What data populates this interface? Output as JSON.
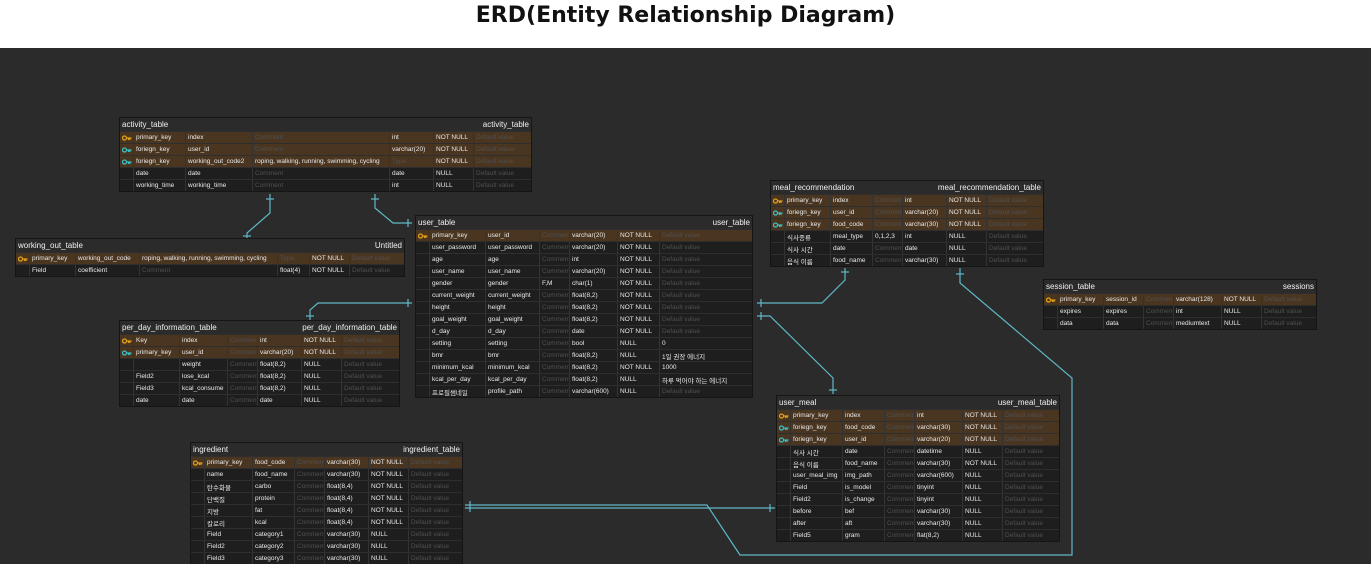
{
  "page_title": "ERD(Entity Relationship Diagram)",
  "placeholders": {
    "comment": "Comment",
    "type": "Type",
    "default": "Default value"
  },
  "tables": [
    {
      "id": "activity",
      "name": "activity_table",
      "alias": "activity_table",
      "rows": [
        {
          "icon": "pk",
          "key": "primary_key",
          "col": "index",
          "comment": "",
          "type": "int",
          "nullable": "NOT NULL",
          "default": ""
        },
        {
          "icon": "fk",
          "key": "foriegn_key",
          "col": "user_id",
          "comment": "",
          "type": "varchar(20)",
          "nullable": "NOT NULL",
          "default": ""
        },
        {
          "icon": "fk",
          "key": "foriegn_key",
          "col": "working_out_code2",
          "comment": "roping, walking, running, swimming, cycling",
          "type": "",
          "nullable": "NOT NULL",
          "default": ""
        },
        {
          "icon": "",
          "key": "date",
          "col": "date",
          "comment": "",
          "type": "date",
          "nullable": "NULL",
          "default": ""
        },
        {
          "icon": "",
          "key": "working_time",
          "col": "working_time",
          "comment": "",
          "type": "int",
          "nullable": "NULL",
          "default": ""
        }
      ]
    },
    {
      "id": "working_out",
      "name": "working_out_table",
      "alias": "Untitled",
      "rows": [
        {
          "icon": "pk",
          "key": "primary_key",
          "col": "working_out_code",
          "comment": "roping, walking, running, swimming, cycling",
          "type": "",
          "nullable": "NOT NULL",
          "default": ""
        },
        {
          "icon": "",
          "key": "Field",
          "col": "coefficient",
          "comment": "",
          "type": "float(4)",
          "nullable": "NOT NULL",
          "default": ""
        }
      ]
    },
    {
      "id": "per_day",
      "name": "per_day_information_table",
      "alias": "per_day_information_table",
      "rows": [
        {
          "icon": "pk",
          "key": "Key",
          "col": "index",
          "comment": "",
          "type": "int",
          "nullable": "NOT NULL",
          "default": ""
        },
        {
          "icon": "fk",
          "key": "primary_key",
          "col": "user_id",
          "comment": "",
          "type": "varchar(20)",
          "nullable": "NOT NULL",
          "default": ""
        },
        {
          "icon": "",
          "key": "",
          "col": "weight",
          "comment": "",
          "type": "float(8,2)",
          "nullable": "NULL",
          "default": ""
        },
        {
          "icon": "",
          "key": "Field2",
          "col": "lose_kcal",
          "comment": "",
          "type": "float(8,2)",
          "nullable": "NULL",
          "default": ""
        },
        {
          "icon": "",
          "key": "Field3",
          "col": "kcal_consume",
          "comment": "",
          "type": "float(8,2)",
          "nullable": "NULL",
          "default": ""
        },
        {
          "icon": "",
          "key": "date",
          "col": "date",
          "comment": "",
          "type": "date",
          "nullable": "NULL",
          "default": ""
        }
      ]
    },
    {
      "id": "user",
      "name": "user_table",
      "alias": "user_table",
      "rows": [
        {
          "icon": "pk",
          "key": "primary_key",
          "col": "user_id",
          "comment": "",
          "type": "varchar(20)",
          "nullable": "NOT NULL",
          "default": ""
        },
        {
          "icon": "",
          "key": "user_password",
          "col": "user_password",
          "comment": "",
          "type": "varchar(20)",
          "nullable": "NOT NULL",
          "default": ""
        },
        {
          "icon": "",
          "key": "age",
          "col": "age",
          "comment": "",
          "type": "int",
          "nullable": "NOT NULL",
          "default": ""
        },
        {
          "icon": "",
          "key": "user_name",
          "col": "user_name",
          "comment": "",
          "type": "varchar(20)",
          "nullable": "NOT NULL",
          "default": ""
        },
        {
          "icon": "",
          "key": "gender",
          "col": "gender",
          "comment": "F,M",
          "type": "char(1)",
          "nullable": "NOT NULL",
          "default": ""
        },
        {
          "icon": "",
          "key": "current_weight",
          "col": "current_weight",
          "comment": "",
          "type": "float(8,2)",
          "nullable": "NOT NULL",
          "default": ""
        },
        {
          "icon": "",
          "key": "height",
          "col": "height",
          "comment": "",
          "type": "float(8,2)",
          "nullable": "NOT NULL",
          "default": ""
        },
        {
          "icon": "",
          "key": "goal_weight",
          "col": "goal_weight",
          "comment": "",
          "type": "float(8,2)",
          "nullable": "NOT NULL",
          "default": ""
        },
        {
          "icon": "",
          "key": "d_day",
          "col": "d_day",
          "comment": "",
          "type": "date",
          "nullable": "NOT NULL",
          "default": ""
        },
        {
          "icon": "",
          "key": "setting",
          "col": "setting",
          "comment": "",
          "type": "bool",
          "nullable": "NULL",
          "default": "0"
        },
        {
          "icon": "",
          "key": "bmr",
          "col": "bmr",
          "comment": "",
          "type": "float(8,2)",
          "nullable": "NULL",
          "default": "1일 권장 에너지"
        },
        {
          "icon": "",
          "key": "minimum_kcal",
          "col": "minimum_kcal",
          "comment": "",
          "type": "float(8,2)",
          "nullable": "NOT NULL",
          "default": "1000"
        },
        {
          "icon": "",
          "key": "kcal_per_day",
          "col": "kcal_per_day",
          "comment": "",
          "type": "float(8,2)",
          "nullable": "NULL",
          "default": "하루 먹어야 하는 에너지"
        },
        {
          "icon": "",
          "key": "프로필썸네일",
          "col": "profile_path",
          "comment": "",
          "type": "varchar(600)",
          "nullable": "NULL",
          "default": ""
        }
      ]
    },
    {
      "id": "meal_rec",
      "name": "meal_recommendation",
      "alias": "meal_recommendation_table",
      "rows": [
        {
          "icon": "pk",
          "key": "primary_key",
          "col": "index",
          "comment": "",
          "type": "int",
          "nullable": "NOT NULL",
          "default": ""
        },
        {
          "icon": "fk",
          "key": "foriegn_key",
          "col": "user_id",
          "comment": "",
          "type": "varchar(20)",
          "nullable": "NOT NULL",
          "default": ""
        },
        {
          "icon": "fk",
          "key": "foriegn_key",
          "col": "food_code",
          "comment": "",
          "type": "varchar(30)",
          "nullable": "NOT NULL",
          "default": ""
        },
        {
          "icon": "",
          "key": "식사종류",
          "col": "meal_type",
          "comment": "0,1,2,3",
          "type": "int",
          "nullable": "NULL",
          "default": ""
        },
        {
          "icon": "",
          "key": "식사 시간",
          "col": "date",
          "comment": "",
          "type": "date",
          "nullable": "NULL",
          "default": ""
        },
        {
          "icon": "",
          "key": "음식 이름",
          "col": "food_name",
          "comment": "",
          "type": "varchar(30)",
          "nullable": "NULL",
          "default": ""
        }
      ]
    },
    {
      "id": "session",
      "name": "session_table",
      "alias": "sessions",
      "rows": [
        {
          "icon": "pk",
          "key": "primary_key",
          "col": "session_id",
          "comment": "",
          "type": "varchar(128)",
          "nullable": "NOT NULL",
          "default": ""
        },
        {
          "icon": "",
          "key": "expires",
          "col": "expires",
          "comment": "",
          "type": "int",
          "nullable": "NULL",
          "default": ""
        },
        {
          "icon": "",
          "key": "data",
          "col": "data",
          "comment": "",
          "type": "mediumtext",
          "nullable": "NULL",
          "default": ""
        }
      ]
    },
    {
      "id": "user_meal",
      "name": "user_meal",
      "alias": "user_meal_table",
      "rows": [
        {
          "icon": "pk",
          "key": "primary_key",
          "col": "index",
          "comment": "",
          "type": "int",
          "nullable": "NOT NULL",
          "default": ""
        },
        {
          "icon": "fk",
          "key": "foriegn_key",
          "col": "food_code",
          "comment": "",
          "type": "varchar(30)",
          "nullable": "NOT NULL",
          "default": ""
        },
        {
          "icon": "fk",
          "key": "foriegn_key",
          "col": "user_id",
          "comment": "",
          "type": "varchar(20)",
          "nullable": "NOT NULL",
          "default": ""
        },
        {
          "icon": "",
          "key": "식사 시간",
          "col": "date",
          "comment": "",
          "type": "datetime",
          "nullable": "NULL",
          "default": ""
        },
        {
          "icon": "",
          "key": "음식 이름",
          "col": "food_name",
          "comment": "",
          "type": "varchar(30)",
          "nullable": "NOT NULL",
          "default": ""
        },
        {
          "icon": "",
          "key": "user_meal_img",
          "col": "img_path",
          "comment": "",
          "type": "varchar(600)",
          "nullable": "NULL",
          "default": ""
        },
        {
          "icon": "",
          "key": "Field",
          "col": "is_model",
          "comment": "",
          "type": "tinyint",
          "nullable": "NULL",
          "default": ""
        },
        {
          "icon": "",
          "key": "Field2",
          "col": "is_change",
          "comment": "",
          "type": "tinyint",
          "nullable": "NULL",
          "default": ""
        },
        {
          "icon": "",
          "key": "before",
          "col": "bef",
          "comment": "",
          "type": "varchar(30)",
          "nullable": "NULL",
          "default": ""
        },
        {
          "icon": "",
          "key": "after",
          "col": "aft",
          "comment": "",
          "type": "varchar(30)",
          "nullable": "NULL",
          "default": ""
        },
        {
          "icon": "",
          "key": "Field5",
          "col": "gram",
          "comment": "",
          "type": "flat(8,2)",
          "nullable": "NULL",
          "default": ""
        }
      ]
    },
    {
      "id": "ingredient",
      "name": "ingredient",
      "alias": "ingredient_table",
      "rows": [
        {
          "icon": "pk",
          "key": "primary_key",
          "col": "food_code",
          "comment": "",
          "type": "varchar(30)",
          "nullable": "NOT NULL",
          "default": ""
        },
        {
          "icon": "",
          "key": "name",
          "col": "food_name",
          "comment": "",
          "type": "varchar(30)",
          "nullable": "NOT NULL",
          "default": ""
        },
        {
          "icon": "",
          "key": "탄수화물",
          "col": "carbo",
          "comment": "",
          "type": "float(8,4)",
          "nullable": "NOT NULL",
          "default": ""
        },
        {
          "icon": "",
          "key": "단백질",
          "col": "protein",
          "comment": "",
          "type": "float(8,4)",
          "nullable": "NOT NULL",
          "default": ""
        },
        {
          "icon": "",
          "key": "지방",
          "col": "fat",
          "comment": "",
          "type": "float(8,4)",
          "nullable": "NOT NULL",
          "default": ""
        },
        {
          "icon": "",
          "key": "칼로리",
          "col": "kcal",
          "comment": "",
          "type": "float(8,4)",
          "nullable": "NOT NULL",
          "default": ""
        },
        {
          "icon": "",
          "key": "Field",
          "col": "category1",
          "comment": "",
          "type": "varchar(30)",
          "nullable": "NULL",
          "default": ""
        },
        {
          "icon": "",
          "key": "Field2",
          "col": "category2",
          "comment": "",
          "type": "varchar(30)",
          "nullable": "NULL",
          "default": ""
        },
        {
          "icon": "",
          "key": "Field3",
          "col": "category3",
          "comment": "",
          "type": "varchar(30)",
          "nullable": "NULL",
          "default": ""
        }
      ]
    }
  ],
  "colors": {
    "canvas": "#2b2b2b",
    "key_row": "#4a3520",
    "pk_icon": "#e3a21a",
    "fk_icon": "#3cc2c8",
    "link": "#5fb8c8"
  }
}
